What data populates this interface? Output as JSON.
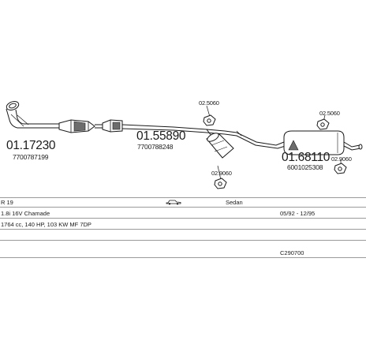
{
  "parts": {
    "downpipe": {
      "number": "01.17230",
      "ref": "7700787199"
    },
    "middle": {
      "number": "01.55890",
      "ref": "7700788248"
    },
    "rear": {
      "number": "01.68110",
      "ref": "6001025308"
    },
    "clamp_top_left": "02.5060",
    "clamp_bottom_mid": "02.9060",
    "clamp_top_right": "02.5060",
    "clamp_bottom_right": "02.9060"
  },
  "vehicle": {
    "model": "R 19",
    "body_type": "Sedan",
    "engine": "1.8i 16V Chamade",
    "period": "05/92 - 12/95",
    "specs": "1764 cc, 140 HP, 103 KW MF 7DP",
    "code": "C290700"
  },
  "icons": {
    "car": "sedan-car-icon"
  },
  "colors": {
    "line": "#1a1a1a",
    "fill": "#ffffff",
    "shade": "#6d6d6d"
  }
}
